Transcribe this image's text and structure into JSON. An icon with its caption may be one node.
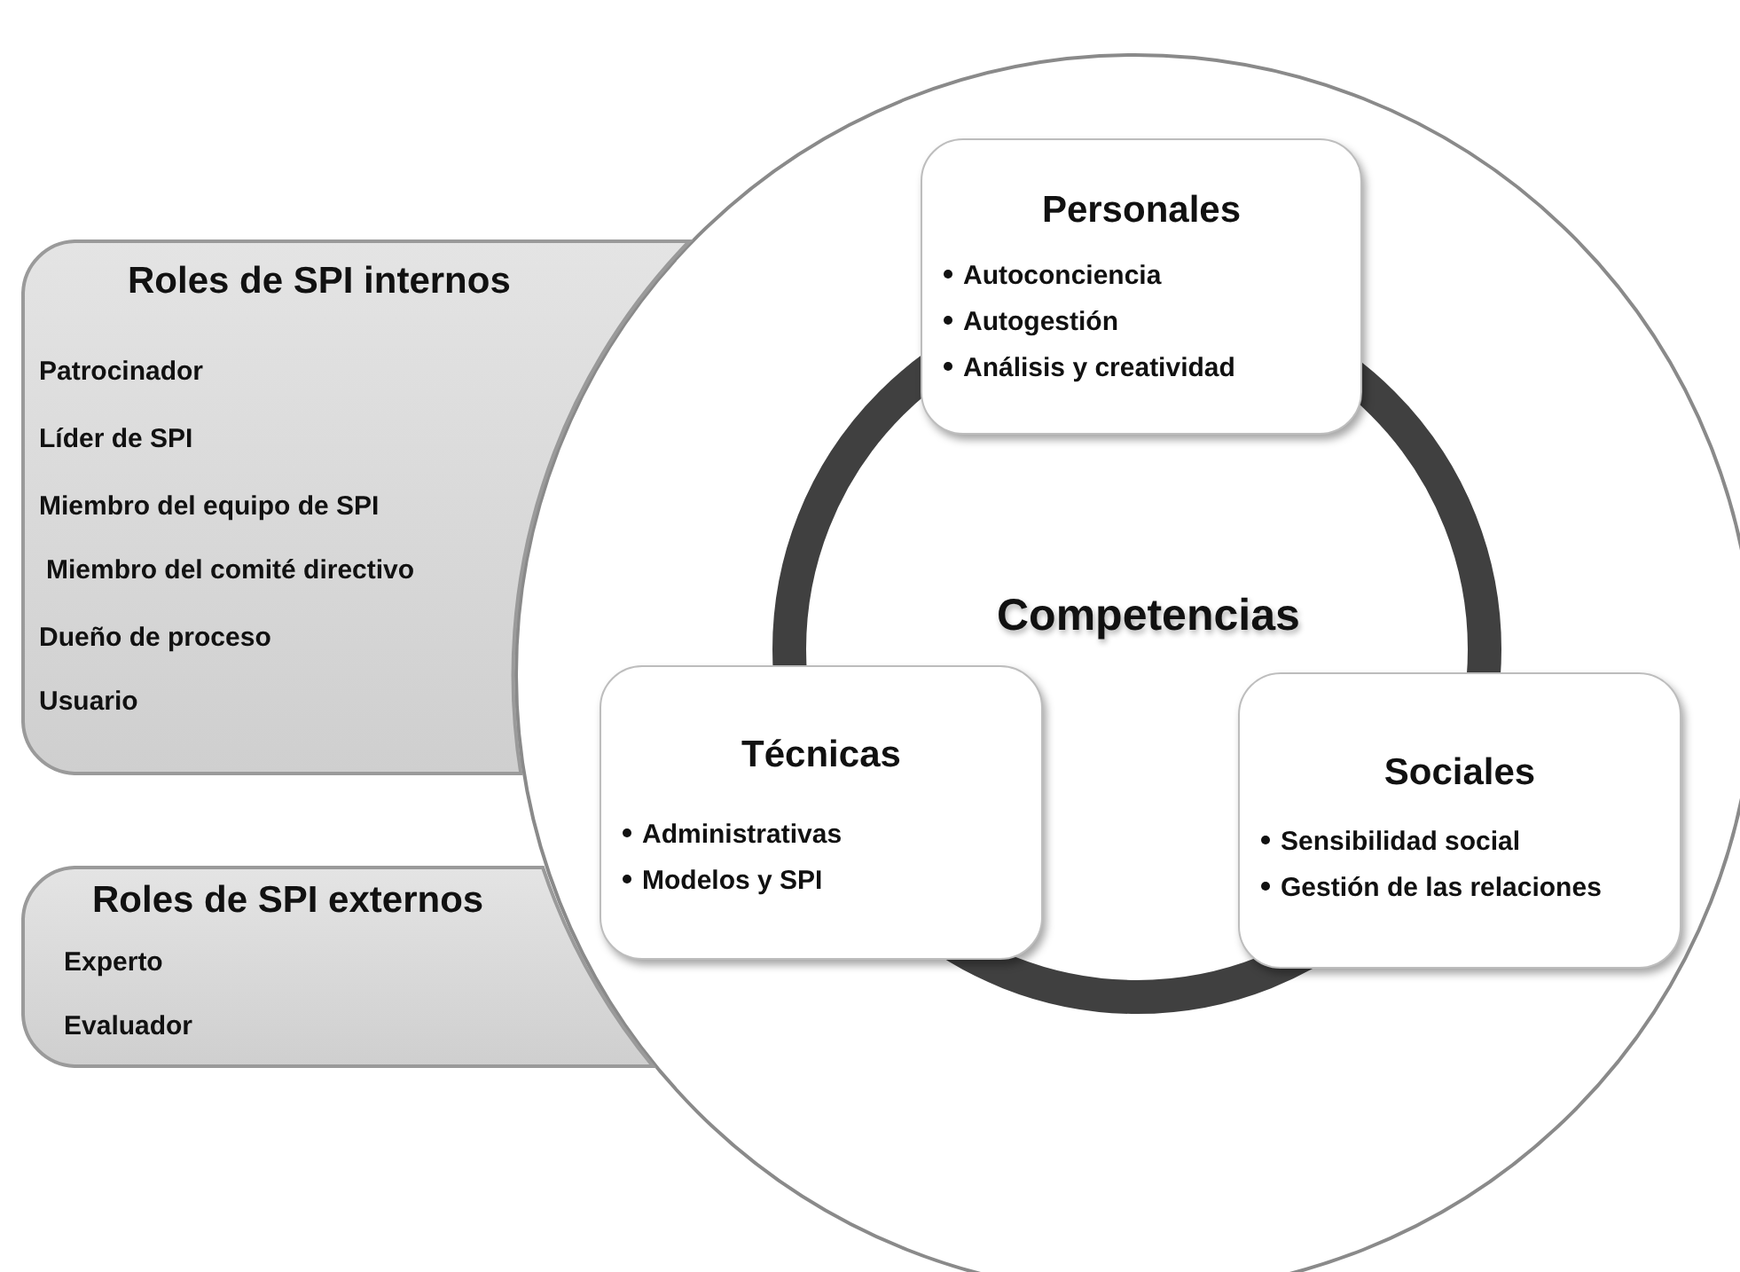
{
  "diagram": {
    "nodes": [
      {
        "text": [
          "Roles de SPI internos",
          "Patrocinador",
          "Líder de SPI",
          "Miembro del equipo de SPI",
          "Miembro del comité directivo",
          "Dueño de proceso",
          "Usuario"
        ]
      },
      {
        "text": [
          "Roles de SPI externos",
          "Experto",
          "Evaluador"
        ]
      },
      {
        "text": [
          "Competencias"
        ]
      },
      {
        "text": [
          "Personales",
          "Autoconciencia",
          "Autogestión",
          "Análisis y creatividad"
        ],
        "in": 2
      },
      {
        "text": [
          "Técnicas",
          "Administrativas",
          "Modelos y SPI"
        ],
        "in": 2
      },
      {
        "text": [
          "Sociales",
          "Sensibilidad social",
          "Gestión de las relaciones"
        ],
        "in": 2
      }
    ]
  }
}
